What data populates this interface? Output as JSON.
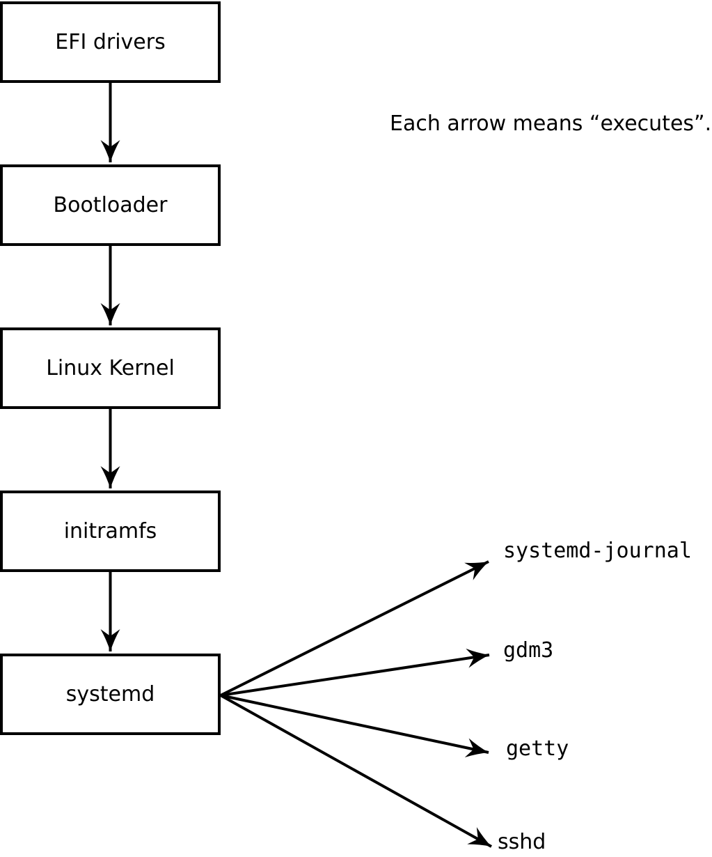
{
  "diagram": {
    "title": "linux-boot-process",
    "annotation": "Each arrow means “executes”.",
    "boxes": [
      {
        "label": "EFI drivers"
      },
      {
        "label": "Bootloader"
      },
      {
        "label": "Linux Kernel"
      },
      {
        "label": "initramfs"
      },
      {
        "label": "systemd"
      }
    ],
    "targets": [
      {
        "label": "systemd-journal"
      },
      {
        "label": "gdm3"
      },
      {
        "label": "getty"
      },
      {
        "label": "sshd"
      }
    ],
    "colors": {
      "line": "#000000",
      "box_fill": "#ffffff",
      "background": "#ffffff",
      "text": "#000000"
    }
  }
}
